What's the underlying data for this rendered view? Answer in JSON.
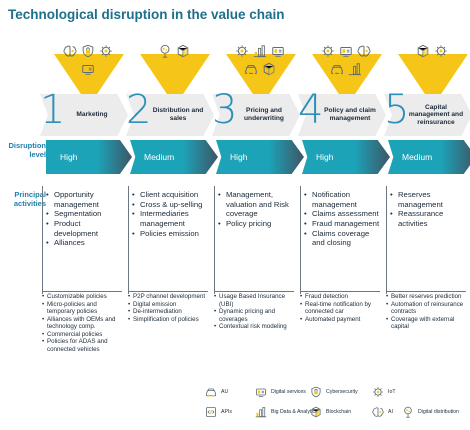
{
  "title": "Technological disruption in the value chain",
  "row_labels": {
    "disruption": "Disruption level",
    "activities": "Principal activities"
  },
  "colors": {
    "accent_blue": "#2180aa",
    "teal": "#1da3b8",
    "dark_slate": "#3d5666",
    "yellow": "#f5c518",
    "chevron_grey": "#ececec"
  },
  "stages": [
    {
      "number": "1",
      "label": "Marketing",
      "level": "High",
      "icons": [
        "ai-icon",
        "cybersecurity-icon",
        "iot-icon",
        "digital-services-icon"
      ],
      "activities": [
        "Opportunity management",
        "Segmentation",
        "Product development",
        "Alliances"
      ],
      "details": [
        "Customizable policies",
        "Micro-policies and temporary policies",
        "Alliances with OEMs and technology comp.",
        "Commercial policies",
        "Policies for ADAS and connected vehicles"
      ]
    },
    {
      "number": "2",
      "label": "Distribution and sales",
      "level": "Medium",
      "icons": [
        "digital-distribution-icon",
        "blockchain-icon"
      ],
      "activities": [
        "Client acquisition",
        "Cross & up-selling",
        "Intermediaries management",
        "Policies emission"
      ],
      "details": [
        "P2P channel development",
        "Digital emission",
        "De-intermediation",
        "Simplification of policies"
      ]
    },
    {
      "number": "3",
      "label": "Pricing and underwriting",
      "level": "High",
      "icons": [
        "iot-icon",
        "big-data-icon",
        "digital-services-icon",
        "au-icon",
        "blockchain-icon"
      ],
      "activities": [
        "Management, valuation and Risk coverage",
        "Policy pricing"
      ],
      "details": [
        "Usage Based Insurance (UBI)",
        "Dynamic pricing and coverages",
        "Contextual risk modeling"
      ]
    },
    {
      "number": "4",
      "label": "Policy and claim management",
      "level": "High",
      "icons": [
        "iot-icon",
        "digital-services-icon",
        "ai-icon",
        "au-icon",
        "big-data-icon"
      ],
      "activities": [
        "Notification management",
        "Claims assessment",
        "Fraud management",
        "Claims coverage and closing"
      ],
      "details": [
        "Fraud detection",
        "Real-time notification by connected car",
        "Automated payment"
      ]
    },
    {
      "number": "5",
      "label": "Capital management and reinsurance",
      "level": "Medium",
      "icons": [
        "blockchain-icon",
        "iot-icon"
      ],
      "activities": [
        "Reserves management",
        "Reassurance activities"
      ],
      "details": [
        "Better reserves prediction",
        "Automation of reinsurance contracts",
        "Coverage with external capital"
      ]
    }
  ],
  "legend": [
    {
      "icon": "au-icon",
      "label": "AU"
    },
    {
      "icon": "digital-services-icon",
      "label": "Digital services"
    },
    {
      "icon": "cybersecurity-icon",
      "label": "Cybersecurity"
    },
    {
      "icon": "iot-icon",
      "label": "IoT"
    },
    {
      "icon": "apis-icon",
      "label": "APIs"
    },
    {
      "icon": "big-data-icon",
      "label": "Big Data & Analytics"
    },
    {
      "icon": "blockchain-icon",
      "label": "Blockchain"
    },
    {
      "icon": "ai-icon",
      "label": "AI"
    },
    {
      "icon": "digital-distribution-icon",
      "label": "Digital distribution"
    }
  ]
}
